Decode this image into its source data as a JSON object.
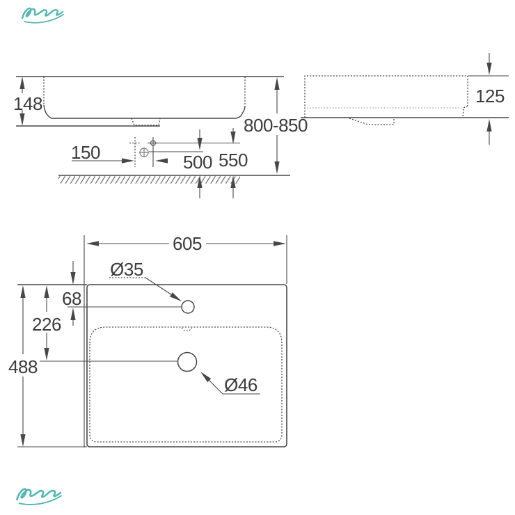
{
  "drawing": {
    "kind": "washbasin-installation-dimension-drawing",
    "background": "#ffffff",
    "line_color": "#474747",
    "text_color": "#3c3c3c",
    "watermark_color": "#36a9a3"
  },
  "front_view": {
    "height": "148",
    "mounting_height": "800-850",
    "supply_spacing": "150",
    "drain_outlet_height": "500",
    "supply_height": "550"
  },
  "side_view": {
    "rim_height": "125"
  },
  "top_view": {
    "width": "605",
    "depth": "488",
    "faucet_offset_from_rear": "68",
    "drain_offset_from_rear": "226",
    "faucet_hole_diameter": "Ø35",
    "drain_hole_diameter": "Ø46"
  }
}
